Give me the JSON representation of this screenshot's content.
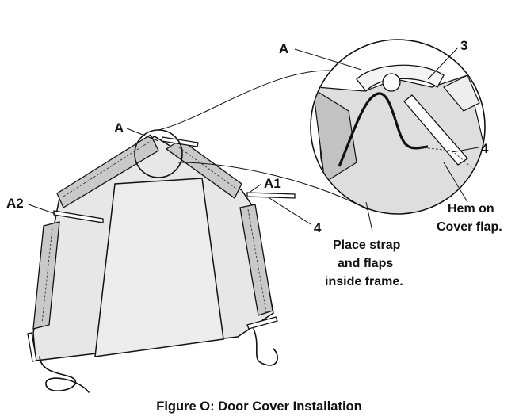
{
  "figure": {
    "caption": "Figure O:  Door Cover Installation",
    "callouts": {
      "a_main": "A",
      "a_zoom": "A",
      "a1": "A1",
      "a2": "A2",
      "part_3": "3",
      "part_4_zoom": "4",
      "part_4_main": "4"
    },
    "notes": {
      "hem_line1": "Hem on",
      "hem_line2": "Cover flap.",
      "strap_line1": "Place strap",
      "strap_line2": "and flaps",
      "strap_line3": "inside frame."
    }
  }
}
